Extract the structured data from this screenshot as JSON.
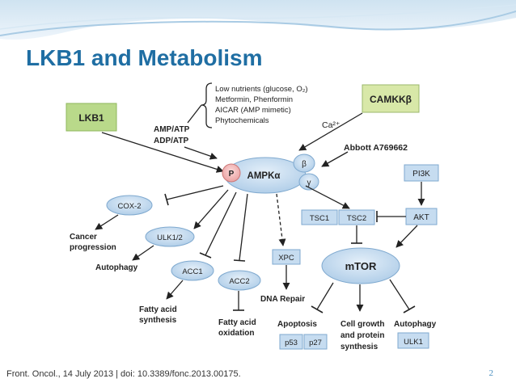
{
  "slide": {
    "title": "LKB1 and Metabolism",
    "citation": "Front. Oncol., 14 July 2013 | doi: 10.3389/fonc.2013.00175.",
    "page_number": "2"
  },
  "diagram": {
    "nodes": {
      "lkb1": "LKB1",
      "camkk": "CAMKKβ",
      "ampk": "AMPKα",
      "p": "P",
      "beta": "β",
      "gamma": "γ",
      "pi3k": "PI3K",
      "akt": "AKT",
      "tsc1": "TSC1",
      "tsc2": "TSC2",
      "mtor": "mTOR",
      "cox2": "COX-2",
      "ulk12": "ULK1/2",
      "acc1": "ACC1",
      "acc2": "ACC2",
      "xpc": "XPC",
      "p53": "p53",
      "p27": "p27",
      "ulk1": "ULK1"
    },
    "labels": {
      "stimuli": [
        "Low nutrients (glucose, O₂)",
        "Metformin, Phenformin",
        "AICAR (AMP mimetic)",
        "Phytochemicals"
      ],
      "amp_atp": "AMP/ATP",
      "adp_atp": "ADP/ATP",
      "ca": "Ca²⁺",
      "abbott": "Abbott A769662",
      "cancer_progression": [
        "Cancer",
        "progression"
      ],
      "autophagy_left": "Autophagy",
      "fatty_acid_synthesis": [
        "Fatty acid",
        "synthesis"
      ],
      "fatty_acid_oxidation": [
        "Fatty acid",
        "oxidation"
      ],
      "dna_repair": "DNA Repair",
      "apoptosis": "Apoptosis",
      "cell_growth": [
        "Cell growth",
        "and protein",
        "synthesis"
      ],
      "autophagy_right": "Autophagy"
    },
    "colors": {
      "title": "#1f6ea3",
      "lkb1_fill": "#b9d98a",
      "camkk_fill": "#d8e8a8",
      "blue_node_fill": "#c6dcf0",
      "blue_node_stroke": "#7fa9cf",
      "p_fill": "#f2b4b4"
    }
  }
}
